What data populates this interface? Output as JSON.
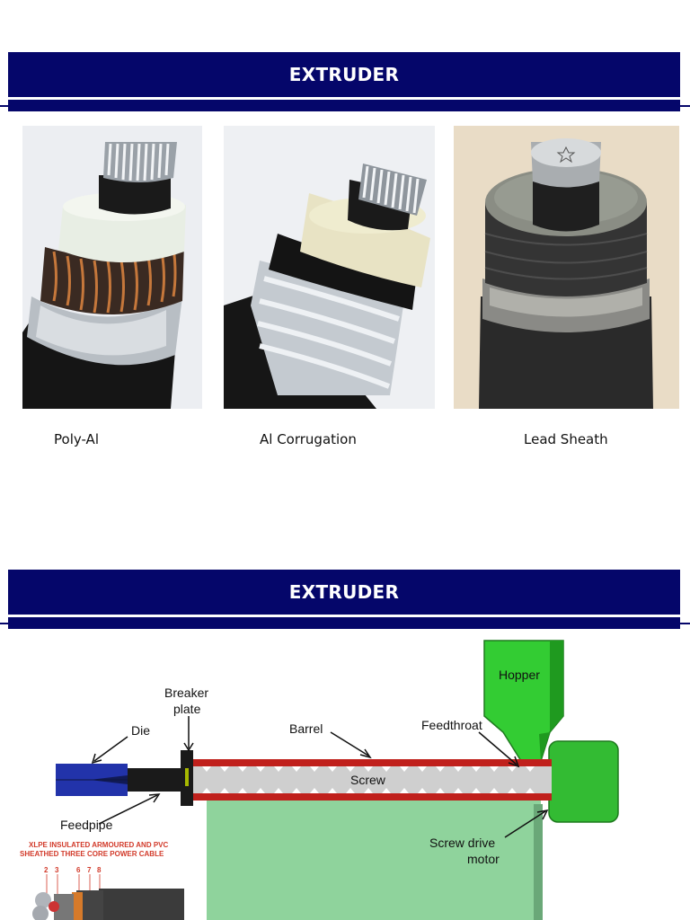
{
  "slide1": {
    "title": "EXTRUDER",
    "captions": [
      "Poly-Al",
      "Al Corrugation",
      "Lead Sheath"
    ]
  },
  "slide2": {
    "title": "EXTRUDER",
    "labels": {
      "hopper": "Hopper",
      "breaker_1": "Breaker",
      "breaker_2": "plate",
      "die": "Die",
      "barrel": "Barrel",
      "feedthroat": "Feedthroat",
      "screw": "Screw",
      "feedpipe": "Feedpipe",
      "motor_1": "Screw drive",
      "motor_2": "motor"
    },
    "cable_inset": {
      "title_1": "XLPE INSULATED ARMOURED AND PVC",
      "title_2": "SHEATHED THREE CORE POWER CABLE",
      "numbers": [
        "2",
        "3",
        "6",
        "7",
        "8"
      ]
    }
  },
  "colors": {
    "banner": "#05066a",
    "hopper": "#33cc33",
    "barrel_red": "#c0201c",
    "die_blue": "#2233aa"
  }
}
